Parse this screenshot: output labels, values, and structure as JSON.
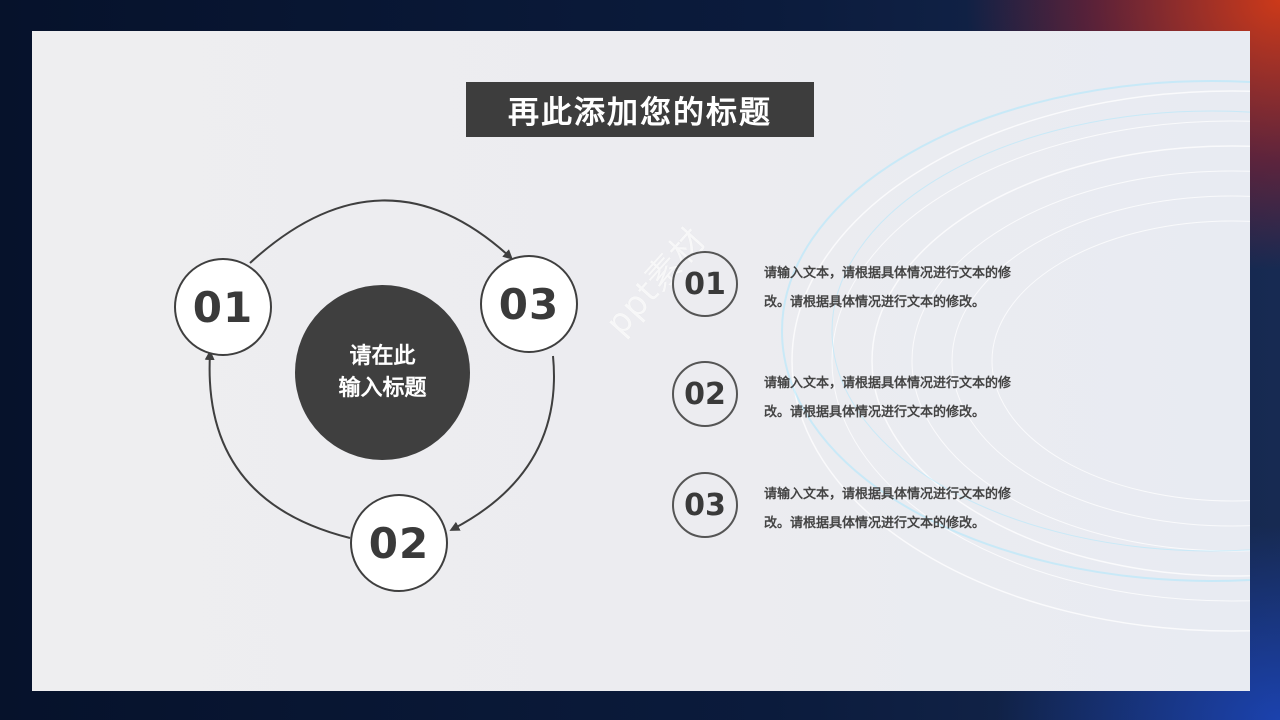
{
  "slide": {
    "title": "再此添加您的标题",
    "center_label_line1": "请在此",
    "center_label_line2": "输入标题"
  },
  "cycle": {
    "nodes": [
      "01",
      "02",
      "03"
    ]
  },
  "list": [
    {
      "number": "01",
      "line1": "请输入文本，请根据具体情况进行文本的修",
      "line2": "改。请根据具体情况进行文本的修改。"
    },
    {
      "number": "02",
      "line1": "请输入文本，请根据具体情况进行文本的修",
      "line2": "改。请根据具体情况进行文本的修改。"
    },
    {
      "number": "03",
      "line1": "请输入文本，请根据具体情况进行文本的修",
      "line2": "改。请根据具体情况进行文本的修改。"
    }
  ],
  "watermark": "ppt素材",
  "colors": {
    "dark_fill": "#3f3f3f",
    "card_bg": "#eeeef0",
    "accent_red": "#d63a16",
    "accent_blue": "#1c46be"
  }
}
